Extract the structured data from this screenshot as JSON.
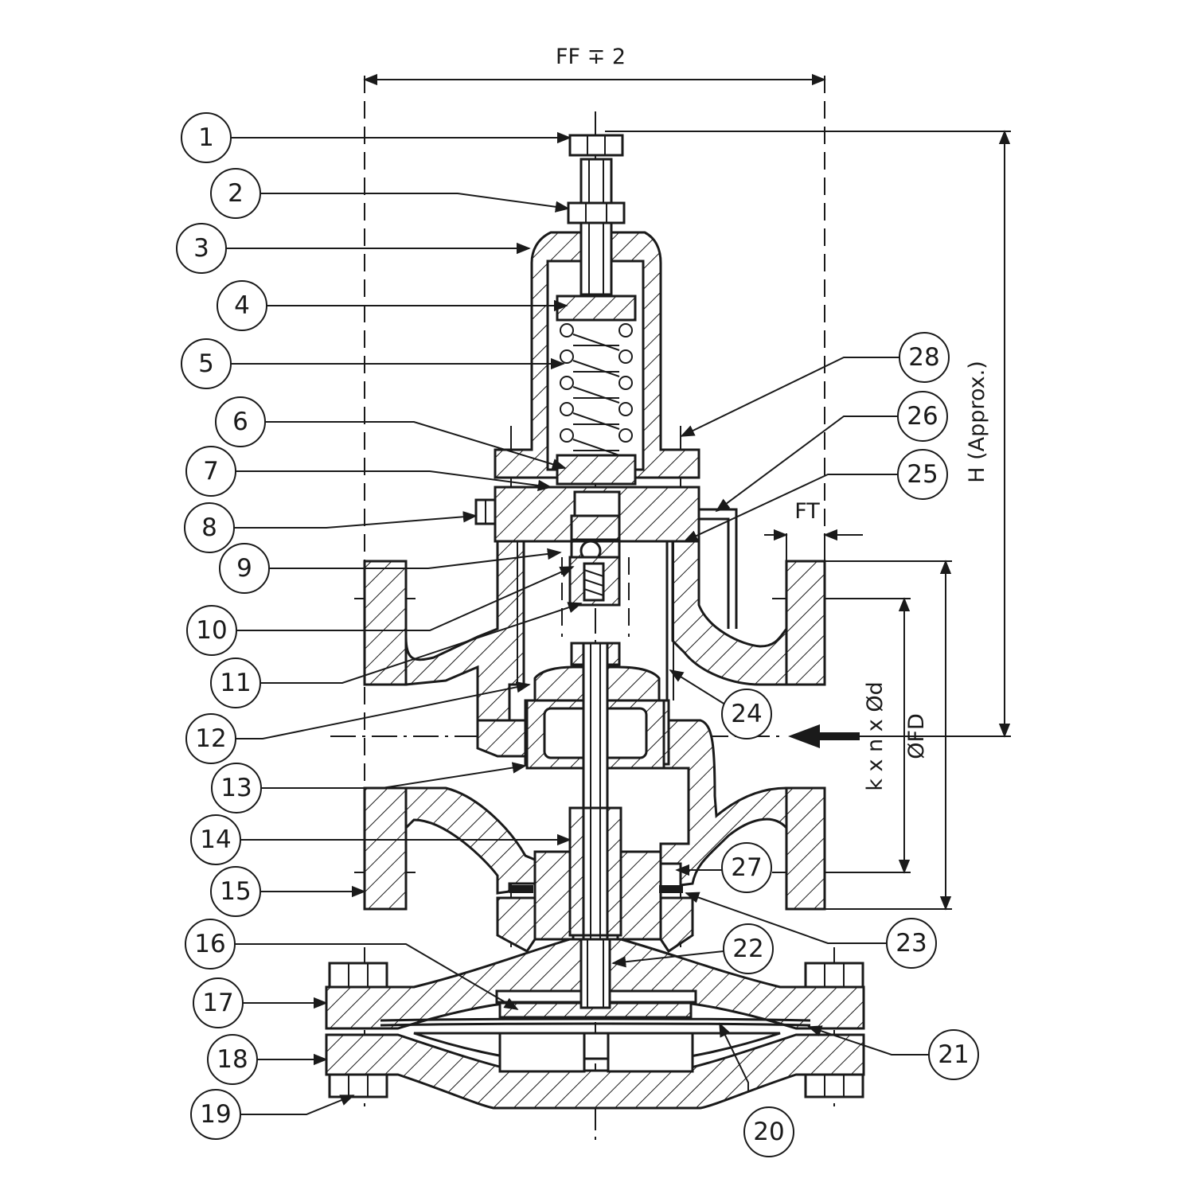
{
  "dimensions": {
    "face_to_face": "FF ∓ 2",
    "height": "H (Approx.)",
    "flange_thickness": "FT",
    "flange_diameter": "ØFD",
    "bolt_holes": "k x n x Ød"
  },
  "callouts": [
    "1",
    "2",
    "3",
    "4",
    "5",
    "6",
    "7",
    "8",
    "9",
    "10",
    "11",
    "12",
    "13",
    "14",
    "15",
    "16",
    "17",
    "18",
    "19",
    "20",
    "21",
    "22",
    "23",
    "24",
    "25",
    "26",
    "27",
    "28"
  ],
  "colors": {
    "ink": "#1a1a1a",
    "paper": "#ffffff"
  }
}
